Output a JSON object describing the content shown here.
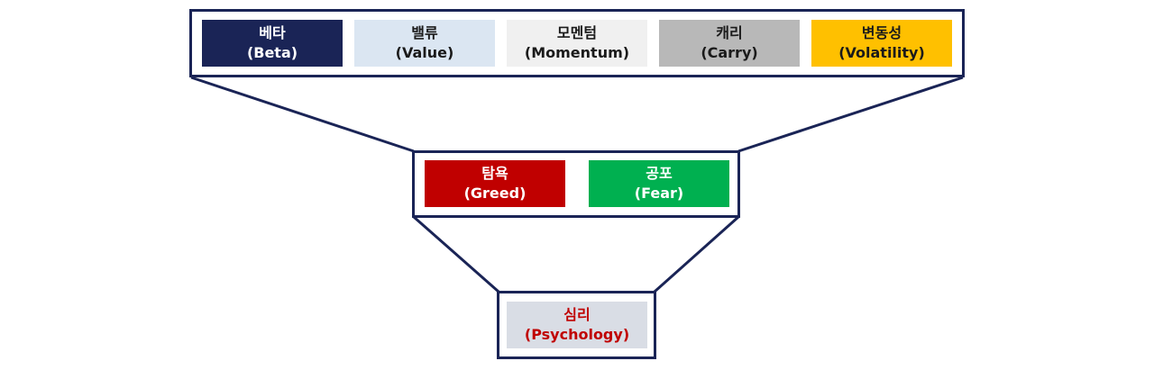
{
  "layers": {
    "factors": [
      {
        "label_kr": "베타",
        "label_en": "(Beta)",
        "bg": "#1a2456",
        "fg": "#ffffff"
      },
      {
        "label_kr": "밸류",
        "label_en": "(Value)",
        "bg": "#dbe6f2",
        "fg": "#1a1a1a"
      },
      {
        "label_kr": "모멘텀",
        "label_en": "(Momentum)",
        "bg": "#f0f0f0",
        "fg": "#1a1a1a"
      },
      {
        "label_kr": "캐리",
        "label_en": "(Carry)",
        "bg": "#b8b8b8",
        "fg": "#1a1a1a"
      },
      {
        "label_kr": "변동성",
        "label_en": "(Volatility)",
        "bg": "#ffc000",
        "fg": "#1a1a1a"
      }
    ],
    "emotions": [
      {
        "label_kr": "탐욕",
        "label_en": "(Greed)",
        "bg": "#c00000",
        "fg": "#ffffff"
      },
      {
        "label_kr": "공포",
        "label_en": "(Fear)",
        "bg": "#00b050",
        "fg": "#ffffff"
      }
    ],
    "root": {
      "label_kr": "심리",
      "label_en": "(Psychology)",
      "bg": "#d9dde5",
      "fg": "#c00000"
    }
  },
  "colors": {
    "frame_border": "#1a2456"
  }
}
